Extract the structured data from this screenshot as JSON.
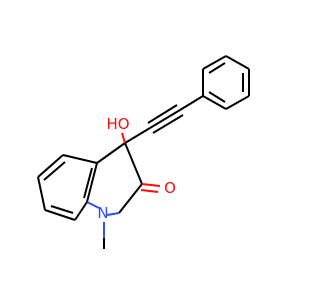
{
  "molecule": {
    "atoms": {
      "hydroxyl": "HO",
      "carbonyl_oxygen": "O",
      "ring_nitrogen": "N"
    },
    "colors": {
      "carbon_bond": "#000000",
      "oxygen": "#ff0d0d",
      "nitrogen": "#3050f8",
      "background": "#ffffff"
    }
  }
}
